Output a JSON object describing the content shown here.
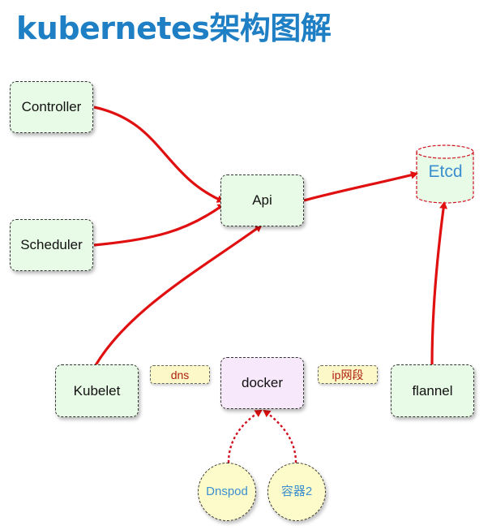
{
  "title": "kubernetes架构图解",
  "nodes": {
    "controller": "Controller",
    "scheduler": "Scheduler",
    "api": "Api",
    "etcd": "Etcd",
    "kubelet": "Kubelet",
    "docker": "docker",
    "flannel": "flannel",
    "dnspod": "Dnspod",
    "container2": "容器2"
  },
  "tags": {
    "dns": "dns",
    "ip": "ip网段"
  },
  "colors": {
    "title": "#1f7fc4",
    "arrow": "#e01010",
    "node_fill": "#e8fbe6",
    "docker_fill": "#f8e8fb",
    "tag_fill": "#fdf8c8",
    "circle_fill": "#fdfbc9",
    "etcd_border": "#d01020"
  }
}
